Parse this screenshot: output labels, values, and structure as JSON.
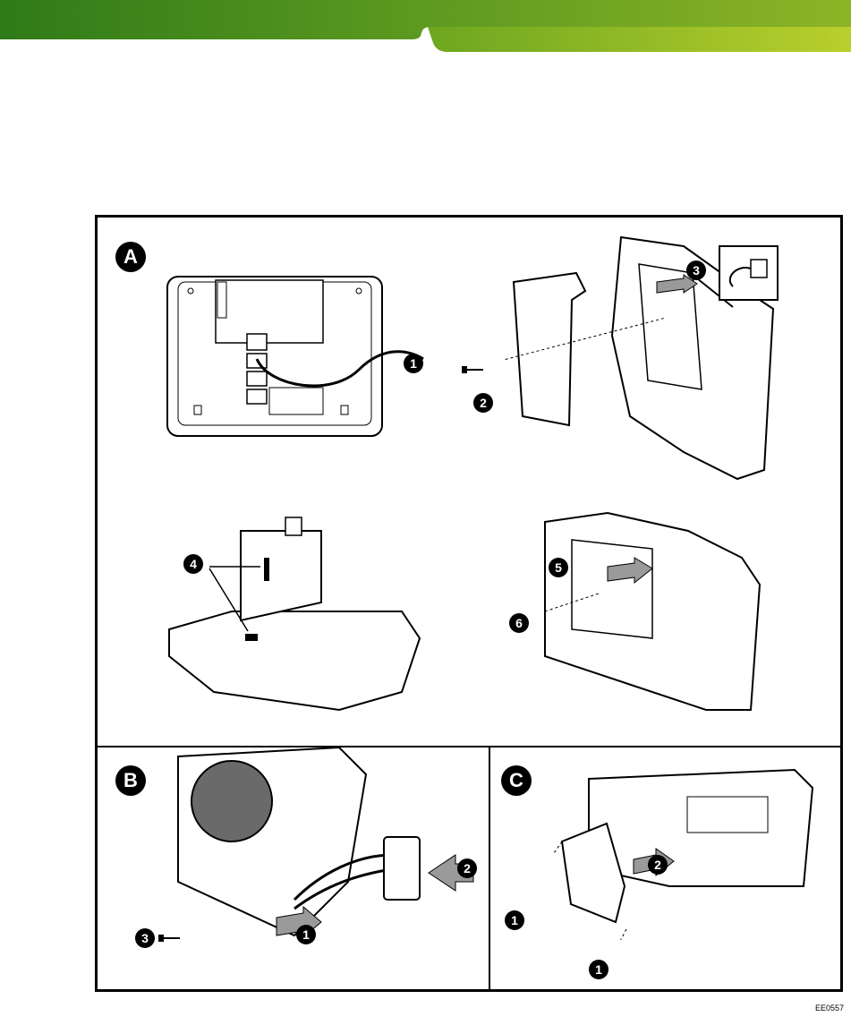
{
  "colors": {
    "banner_dark": "#3f8a1c",
    "banner_light": "#b5cc2e",
    "line": "#000000",
    "arrow_fill": "#9a9a9a",
    "device_fill": "#ffffff"
  },
  "panels": {
    "a": {
      "label": "A",
      "callouts": [
        "1",
        "2",
        "3",
        "4",
        "5",
        "6"
      ]
    },
    "b": {
      "label": "B",
      "callouts": [
        "1",
        "2",
        "3"
      ]
    },
    "c": {
      "label": "C",
      "callouts": [
        "1",
        "2",
        "1"
      ]
    }
  },
  "doc_code": "EE0557"
}
